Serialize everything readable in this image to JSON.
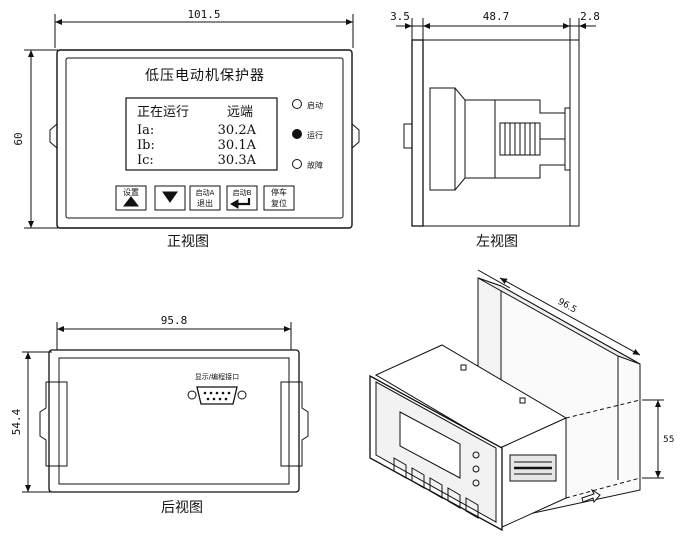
{
  "front_view": {
    "caption": "正视图",
    "dim_width": "101.5",
    "dim_height": "60",
    "panel_title": "低压电动机保护器",
    "lcd": {
      "row1_left": "正在运行",
      "row1_right": "远端",
      "rows": [
        {
          "label": "Ia:",
          "value": "30.2A"
        },
        {
          "label": "Ib:",
          "value": "30.1A"
        },
        {
          "label": "Ic:",
          "value": "30.3A"
        }
      ]
    },
    "leds": [
      {
        "label": "启动",
        "filled": false
      },
      {
        "label": "运行",
        "filled": true
      },
      {
        "label": "故障",
        "filled": false
      }
    ],
    "buttons": [
      {
        "top": "设置",
        "bottom": "▲"
      },
      {
        "top": "",
        "bottom": "▼"
      },
      {
        "top": "启动A",
        "bottom": "退出"
      },
      {
        "top": "启动B",
        "bottom": "↵"
      },
      {
        "top": "停车",
        "bottom": "复位"
      }
    ]
  },
  "left_view": {
    "caption": "左视图",
    "dim_left": "3.5",
    "dim_middle": "48.7",
    "dim_right": "2.8"
  },
  "rear_view": {
    "caption": "后视图",
    "dim_width": "95.8",
    "dim_height": "54.4",
    "port_label": "显示/编程接口"
  },
  "iso_view": {
    "dim_depth": "96.5",
    "dim_height": "55"
  }
}
